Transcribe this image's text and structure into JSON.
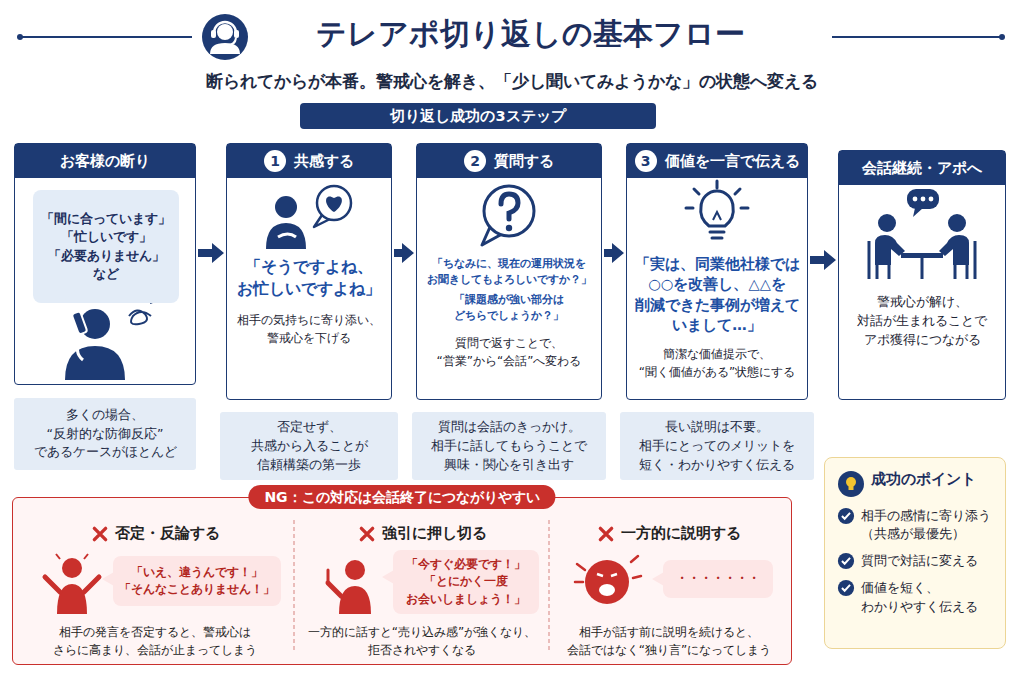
{
  "diagram": {
    "title": "テレアポ切り返しの基本フロー",
    "nodes": [
      {
        "text": [
          "切り返し成功の3ステップ"
        ]
      },
      {
        "text": [
          "お客様の断り"
        ]
      },
      {
        "text": [
          "「間に合っています」 「忙しいです」 「必要ありません」 など"
        ],
        "in": 1
      },
      {
        "text": [
          "多くの場合、 “反射的な防御反応” であるケースがほとんど"
        ]
      },
      {
        "text": [
          "1",
          "共感する",
          "「そうですよね、 お忙しいですよね」",
          "相手の気持ちに寄り添い、 警戒心を下げる"
        ]
      },
      {
        "text": [
          "否定せず、 共感から入ることが 信頼構築の第一歩"
        ]
      },
      {
        "text": [
          "2",
          "質問する",
          "「ちなみに、現在の運用状況を お聞きしてもよろしいですか？」",
          "「課題感が強い部分は どちらでしょうか？」",
          "質問で返すことで、 “営業”から“会話”へ変わる"
        ]
      },
      {
        "text": [
          "質問は会話のきっかけ。 相手に話してもらうことで 興味・関心を引き出す"
        ]
      },
      {
        "text": [
          "3",
          "価値を一言で伝える",
          "「実は、同業他社様では ○○を改善し、△△を 削減できた事例が増えて いまして…」",
          "簡潔な価値提示で、 “聞く価値がある”状態にする"
        ]
      },
      {
        "text": [
          "長い説明は不要。 相手にとってのメリットを 短く・わかりやすく伝える"
        ]
      },
      {
        "text": [
          "会話継続・アポへ",
          "警戒心が解け、 対話が生まれることで アポ獲得につながる"
        ]
      },
      {
        "text": [
          "NG：この対応は会話終了につながりやすい"
        ]
      },
      {
        "text": [
          "否定・反論する",
          "相手の発言を否定すると、警戒心は さらに高まり、会話が止まってしまう"
        ],
        "in": 11
      },
      {
        "text": [
          "「いえ、違うんです！」 「そんなことありません！」"
        ],
        "in": 12
      },
      {
        "text": [
          "強引に押し切る",
          "一方的に話すと“売り込み感”が強くなり、 拒否されやすくなる"
        ],
        "in": 11
      },
      {
        "text": [
          "「今すぐ必要です！」 「とにかく一度 お会いしましょう！」"
        ],
        "in": 14
      },
      {
        "text": [
          "一方的に説明する",
          "相手が話す前に説明を続けると、 会話ではなく“独り言”になってしまう"
        ],
        "in": 11
      },
      {
        "text": [
          "・・・・・・・"
        ],
        "in": 16
      },
      {
        "text": [
          "成功のポイント",
          "相手の感情に寄り添う （共感が最優先）",
          "質問で対話に変える",
          "価値を短く、 わかりやすく伝える"
        ]
      }
    ],
    "edges": [
      {
        "from": 1,
        "to": 4,
        "arrow": "to"
      },
      {
        "from": 4,
        "to": 6,
        "arrow": "to"
      },
      {
        "from": 6,
        "to": 8,
        "arrow": "to"
      },
      {
        "from": 8,
        "to": 10,
        "arrow": "to"
      }
    ],
    "labels": [
      "断られてからが本番。警戒心を解き、「少し聞いてみようかな」の状態へ変える"
    ]
  }
}
